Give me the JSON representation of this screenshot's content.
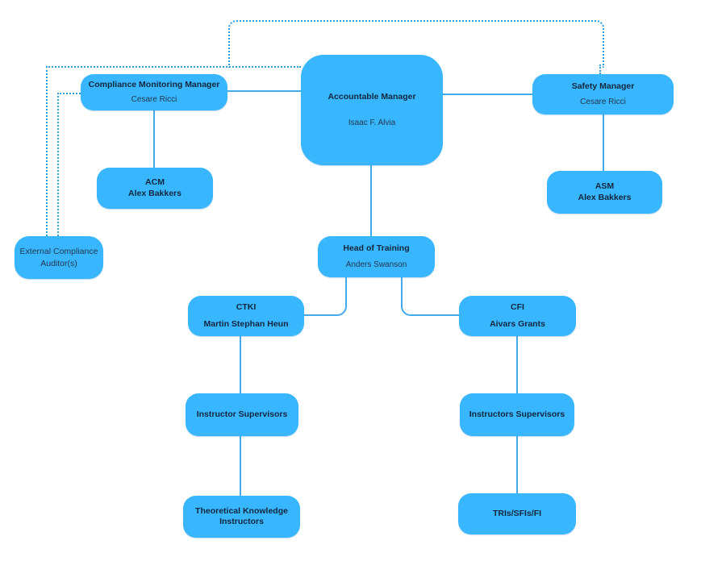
{
  "diagram": {
    "type": "org-chart",
    "background": "#ffffff",
    "colors": {
      "node_fill": "#38b6ff",
      "solid_line": "#42a9ec",
      "dotted_line": "#2f9fd9",
      "title_text": "#13273c",
      "name_text": "#24384a"
    },
    "nodes": {
      "cmm": {
        "title": "Compliance Monitoring Manager",
        "name": "Cesare Ricci"
      },
      "accountable": {
        "title": "Accountable Manager",
        "name": "Isaac F. Alvia"
      },
      "safety": {
        "title": "Safety Manager",
        "name": "Cesare Ricci"
      },
      "acm": {
        "title": "ACM",
        "name": "Alex Bakkers"
      },
      "asm": {
        "title": "ASM",
        "name": "Alex Bakkers"
      },
      "external": {
        "title": "External Compliance Auditor(s)"
      },
      "hot": {
        "title": "Head of Training",
        "name": "Anders Swanson"
      },
      "ctki": {
        "title": "CTKI",
        "name": "Martin Stephan Heun"
      },
      "cfi": {
        "title": "CFI",
        "name": "Aivars Grants"
      },
      "is_left": {
        "title": "Instructor Supervisors"
      },
      "is_right": {
        "title": "Instructors Supervisors"
      },
      "tki": {
        "title": "Theoretical Knowledge Instructors"
      },
      "tris": {
        "title": "TRIs/SFIs/FI"
      }
    },
    "edges": [
      {
        "from": "cmm",
        "to": "accountable",
        "style": "solid"
      },
      {
        "from": "accountable",
        "to": "safety",
        "style": "solid"
      },
      {
        "from": "cmm",
        "to": "acm",
        "style": "solid"
      },
      {
        "from": "safety",
        "to": "asm",
        "style": "solid"
      },
      {
        "from": "accountable",
        "to": "hot",
        "style": "solid"
      },
      {
        "from": "hot",
        "to": "ctki",
        "style": "solid"
      },
      {
        "from": "hot",
        "to": "cfi",
        "style": "solid"
      },
      {
        "from": "ctki",
        "to": "is_left",
        "style": "solid"
      },
      {
        "from": "is_left",
        "to": "tki",
        "style": "solid"
      },
      {
        "from": "cfi",
        "to": "is_right",
        "style": "solid"
      },
      {
        "from": "is_right",
        "to": "tris",
        "style": "solid"
      },
      {
        "from": "external",
        "to": "accountable",
        "style": "dotted"
      },
      {
        "from": "external",
        "to": "cmm",
        "style": "dotted"
      },
      {
        "from": "external",
        "to": "safety",
        "style": "dotted"
      }
    ]
  }
}
